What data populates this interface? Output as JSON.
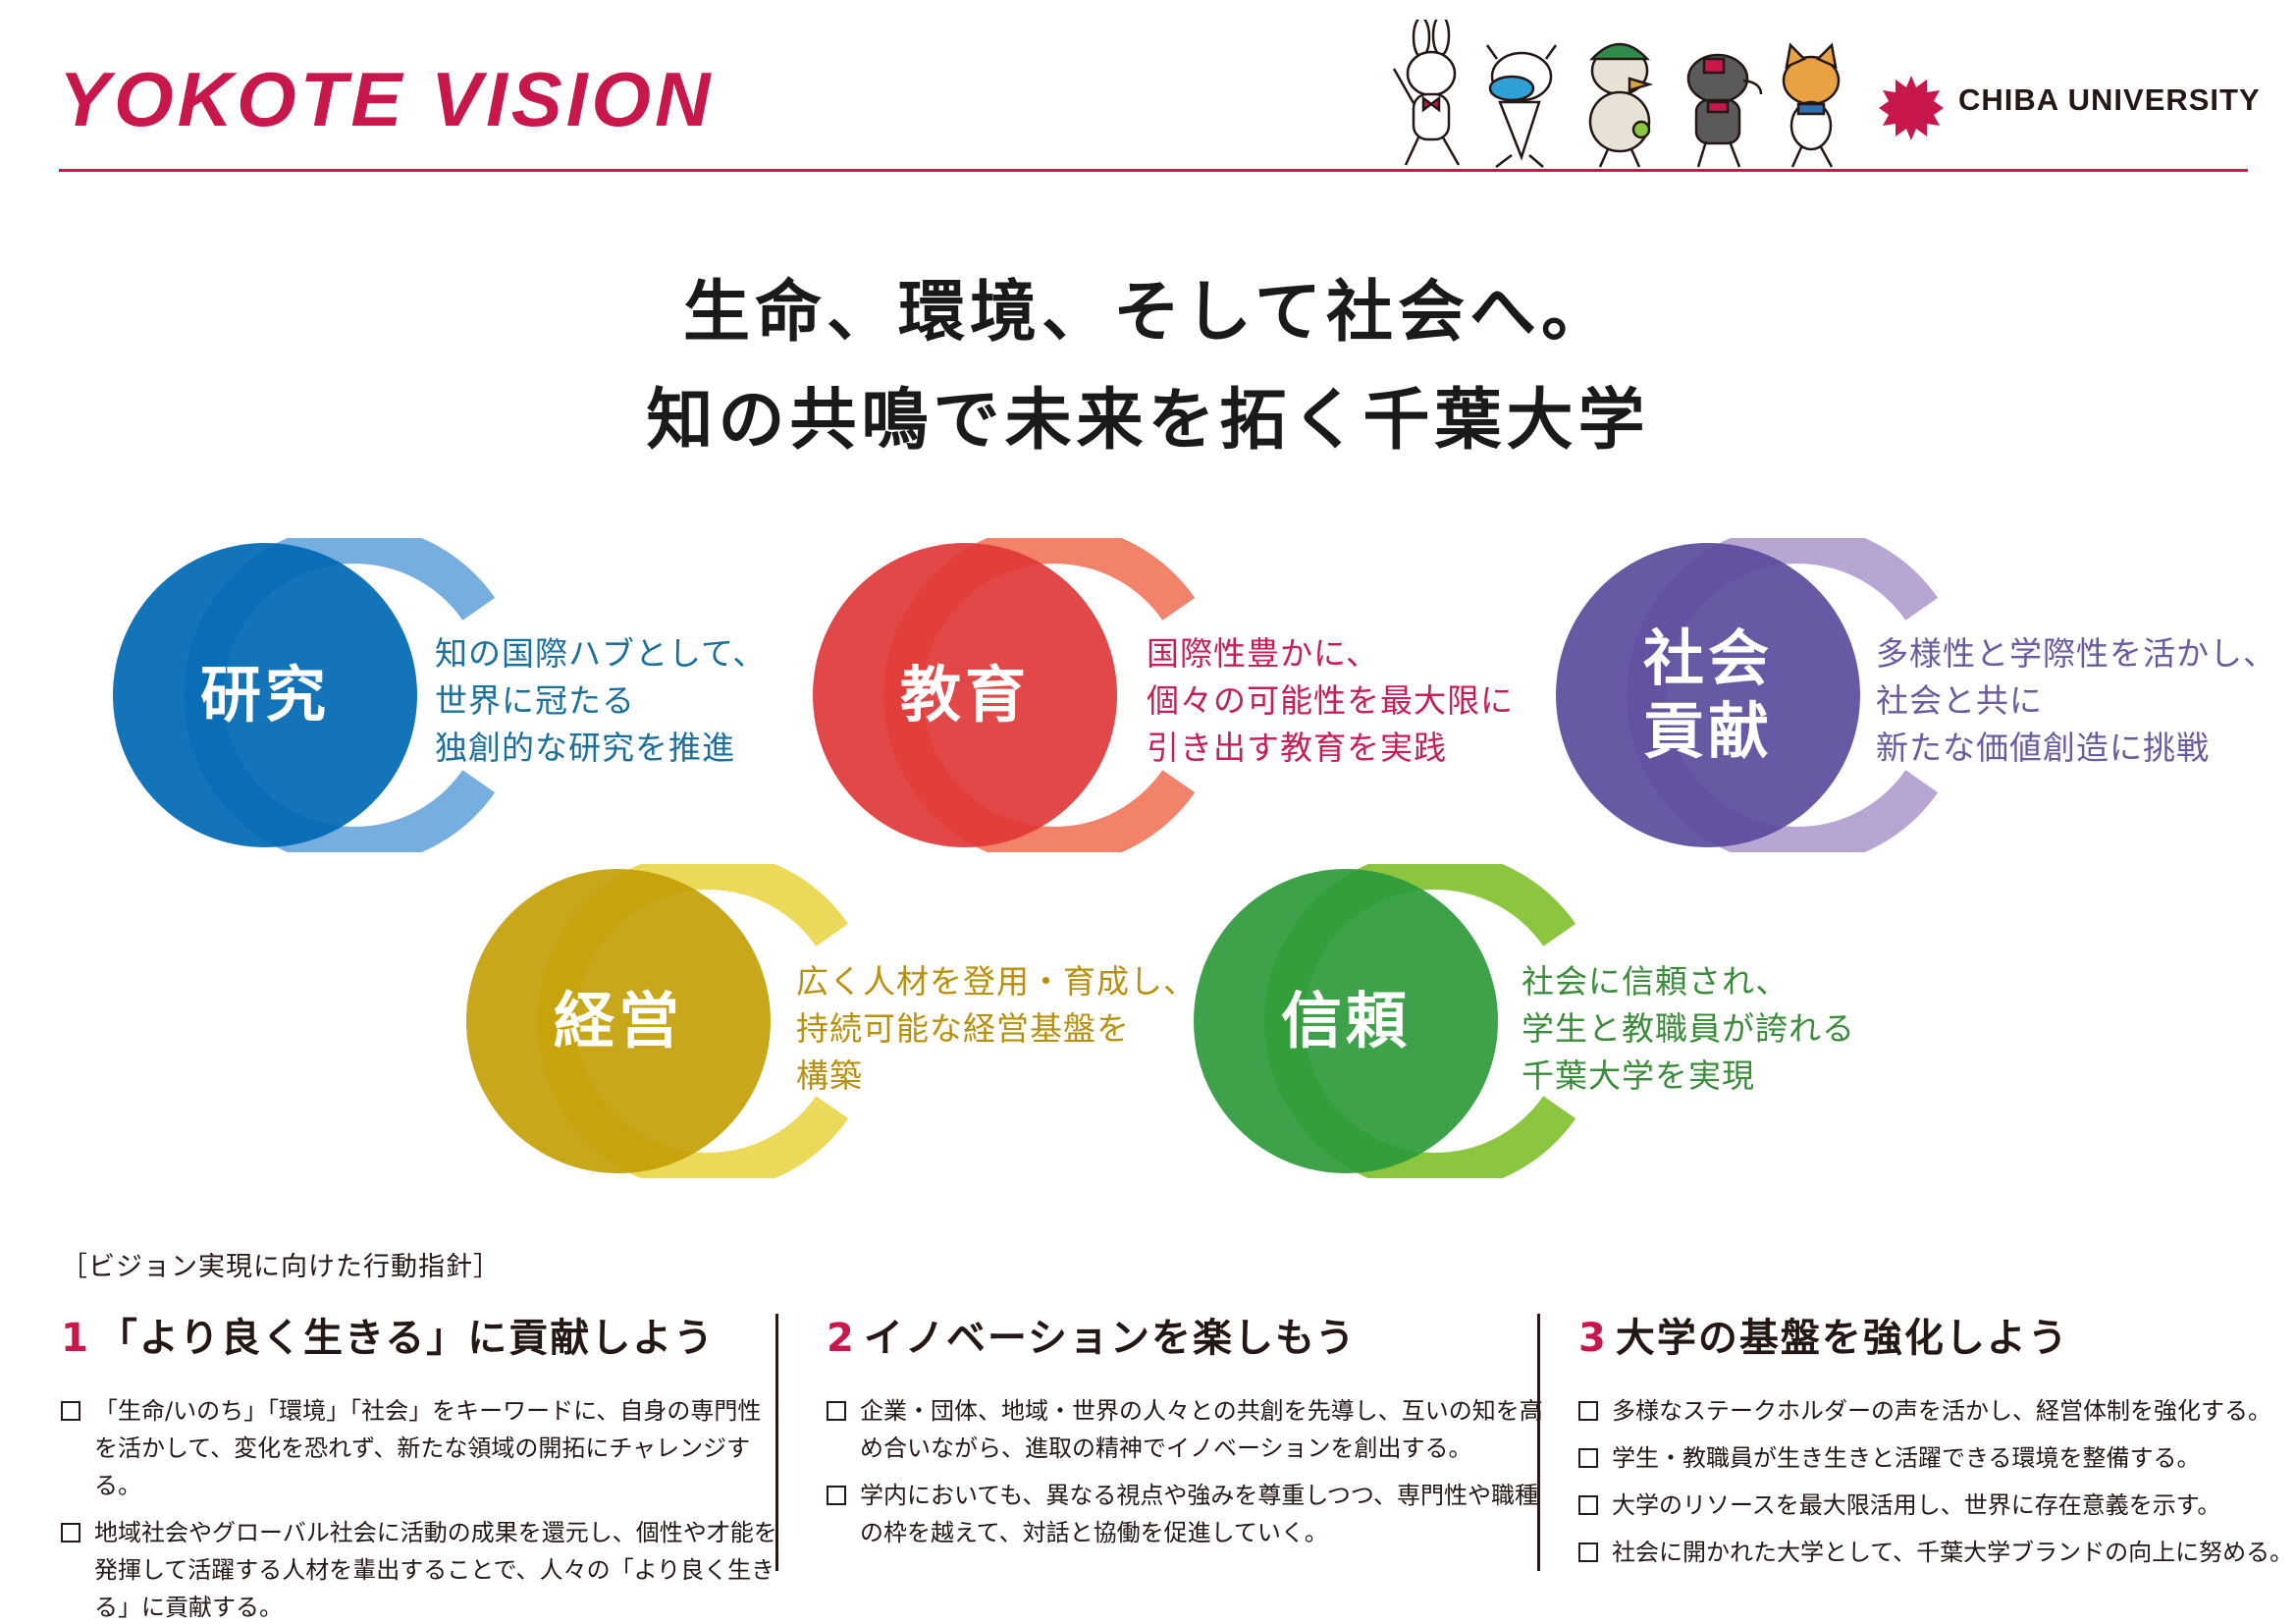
{
  "header": {
    "title": "YOKOTE VISION",
    "university": "CHIBA UNIVERSITY",
    "accent_color": "#c8174b"
  },
  "headline": {
    "line1": "生命、環境、そして社会へ。",
    "line2": "知の共鳴で未来を拓く千葉大学"
  },
  "pillars": [
    {
      "label_lines": [
        "研究"
      ],
      "desc_lines": [
        "知の国際ハブとして、",
        "世界に冠たる",
        "独創的な研究を推進"
      ],
      "main_color": "#0068b3",
      "ring_color": "#77aee0",
      "text_color": "#1a6f9c"
    },
    {
      "label_lines": [
        "教育"
      ],
      "desc_lines": [
        "国際性豊かに、",
        "個々の可能性を最大限に",
        "引き出す教育を実践"
      ],
      "main_color": "#e03838",
      "ring_color": "#f3826a",
      "text_color": "#c42056"
    },
    {
      "label_lines": [
        "社会",
        "貢献"
      ],
      "desc_lines": [
        "多様性と学際性を活かし、",
        "社会と共に",
        "新たな価値創造に挑戦"
      ],
      "main_color": "#5b4b9c",
      "ring_color": "#b7a6d4",
      "text_color": "#6a5aa0"
    },
    {
      "label_lines": [
        "経営"
      ],
      "desc_lines": [
        "広く人材を登用・育成し、",
        "持続可能な経営基盤を",
        "構築"
      ],
      "main_color": "#c39f08",
      "ring_color": "#ecd95a",
      "text_color": "#b8900b"
    },
    {
      "label_lines": [
        "信頼"
      ],
      "desc_lines": [
        "社会に信頼され、",
        "学生と教職員が誇れる",
        "千葉大学を実現"
      ],
      "main_color": "#2e9a3c",
      "ring_color": "#8cc641",
      "text_color": "#3a8c3a"
    }
  ],
  "principles": {
    "heading": "［ビジョン実現に向けた行動指針］",
    "columns": [
      {
        "number": "1",
        "title": "「より良く生きる」に貢献しよう",
        "items": [
          "「生命/いのち」「環境」「社会」をキーワードに、自身の専門性を活かして、変化を恐れず、新たな領域の開拓にチャレンジする。",
          "地域社会やグローバル社会に活動の成果を還元し、個性や才能を発揮して活躍する人材を輩出することで、人々の「より良く生きる」に貢献する。"
        ]
      },
      {
        "number": "2",
        "title": "イノベーションを楽しもう",
        "items": [
          "企業・団体、地域・世界の人々との共創を先導し、互いの知を高め合いながら、進取の精神でイノベーションを創出する。",
          "学内においても、異なる視点や強みを尊重しつつ、専門性や職種の枠を越えて、対話と協働を促進していく。"
        ]
      },
      {
        "number": "3",
        "title": "大学の基盤を強化しよう",
        "items": [
          "多様なステークホルダーの声を活かし、経営体制を強化する。",
          "学生・教職員が生き生きと活躍できる環境を整備する。",
          "大学のリソースを最大限活用し、世界に存在意義を示す。",
          "社会に開かれた大学として、千葉大学ブランドの向上に努める。"
        ]
      }
    ]
  }
}
